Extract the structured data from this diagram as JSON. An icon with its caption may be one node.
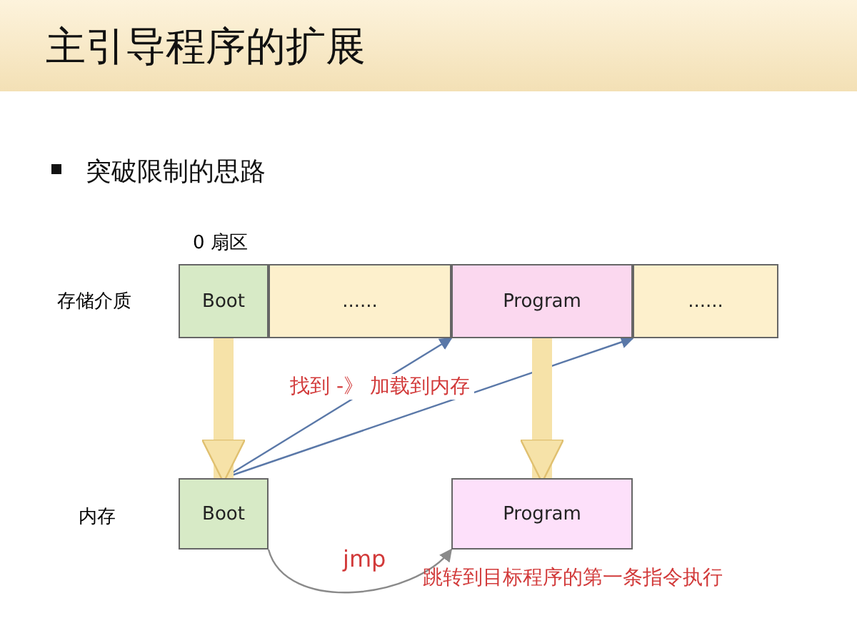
{
  "diagram": {
    "title": "主引导程序的扩展",
    "nodes": [
      {
        "text": [
          "Boot"
        ],
        "beside": [
          "0 扇区"
        ]
      },
      {
        "text": [
          "......"
        ]
      },
      {
        "text": [
          "Program"
        ]
      },
      {
        "text": [
          "......"
        ]
      },
      {
        "text": [
          "Boot"
        ]
      },
      {
        "text": [
          "Program"
        ]
      }
    ],
    "edges": [
      {
        "from": 4,
        "to": 2,
        "arrow": "to",
        "color": "#5a78a8"
      },
      {
        "from": 4,
        "to": 3,
        "arrow": "to",
        "color": "#5a78a8"
      },
      {
        "from": 0,
        "to": 4,
        "arrow": "to",
        "style": "thick",
        "color": "#f6e2a8"
      },
      {
        "from": 2,
        "to": 5,
        "arrow": "to",
        "style": "thick",
        "color": "#f6e2a8"
      },
      {
        "from": 4,
        "to": 5,
        "arrow": "to",
        "label": "jmp",
        "color": "#8a8a8a"
      }
    ],
    "labels": [
      "突破限制的思路",
      "存储介质",
      "找到 -》 加载到内存",
      "内存",
      "跳转到目标程序的第一条指令执行"
    ]
  }
}
